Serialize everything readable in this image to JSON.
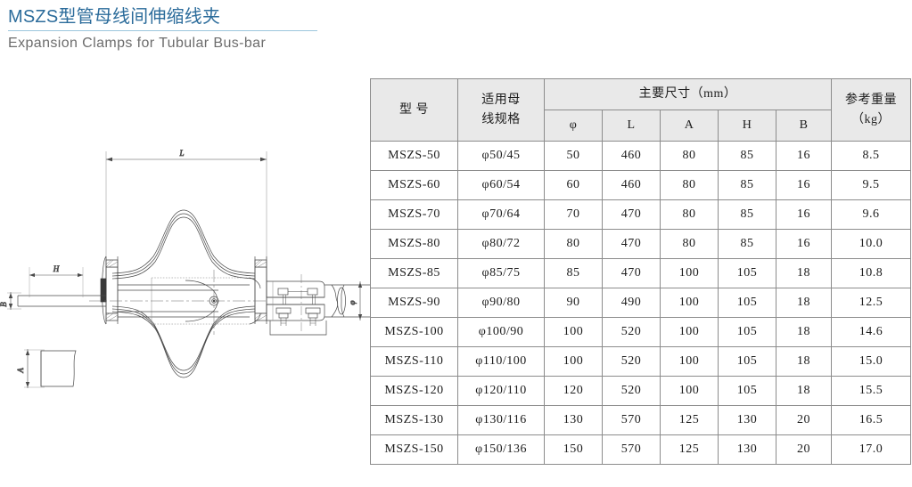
{
  "header": {
    "title_cn": "MSZS型管母线间伸缩线夹",
    "title_en": "Expansion Clamps for Tubular Bus-bar",
    "accent_color": "#2c6c9b",
    "rule_color": "#9cc6dd",
    "subtitle_color": "#6d6d6d"
  },
  "drawing": {
    "caption": "expansion-clamp-assembly-drawing",
    "labels": {
      "length": "L",
      "height": "H",
      "thickness": "B",
      "section": "A",
      "diameter": "φ"
    }
  },
  "table": {
    "header": {
      "model": "型 号",
      "bus_spec_line1": "适用母",
      "bus_spec_line2": "线规格",
      "main_dims": "主要尺寸（mm）",
      "sub": [
        "φ",
        "L",
        "A",
        "H",
        "B"
      ],
      "weight_line1": "参考重量",
      "weight_line2": "（kg）"
    },
    "rows": [
      {
        "model": "MSZS-50",
        "spec": "φ50/45",
        "d": "50",
        "l": "460",
        "a": "80",
        "h": "85",
        "b": "16",
        "w": "8.5"
      },
      {
        "model": "MSZS-60",
        "spec": "φ60/54",
        "d": "60",
        "l": "460",
        "a": "80",
        "h": "85",
        "b": "16",
        "w": "9.5"
      },
      {
        "model": "MSZS-70",
        "spec": "φ70/64",
        "d": "70",
        "l": "470",
        "a": "80",
        "h": "85",
        "b": "16",
        "w": "9.6"
      },
      {
        "model": "MSZS-80",
        "spec": "φ80/72",
        "d": "80",
        "l": "470",
        "a": "80",
        "h": "85",
        "b": "16",
        "w": "10.0"
      },
      {
        "model": "MSZS-85",
        "spec": "φ85/75",
        "d": "85",
        "l": "470",
        "a": "100",
        "h": "105",
        "b": "18",
        "w": "10.8"
      },
      {
        "model": "MSZS-90",
        "spec": "φ90/80",
        "d": "90",
        "l": "490",
        "a": "100",
        "h": "105",
        "b": "18",
        "w": "12.5"
      },
      {
        "model": "MSZS-100",
        "spec": "φ100/90",
        "d": "100",
        "l": "520",
        "a": "100",
        "h": "105",
        "b": "18",
        "w": "14.6"
      },
      {
        "model": "MSZS-110",
        "spec": "φ110/100",
        "d": "100",
        "l": "520",
        "a": "100",
        "h": "105",
        "b": "18",
        "w": "15.0"
      },
      {
        "model": "MSZS-120",
        "spec": "φ120/110",
        "d": "120",
        "l": "520",
        "a": "100",
        "h": "105",
        "b": "18",
        "w": "15.5"
      },
      {
        "model": "MSZS-130",
        "spec": "φ130/116",
        "d": "130",
        "l": "570",
        "a": "125",
        "h": "130",
        "b": "20",
        "w": "16.5"
      },
      {
        "model": "MSZS-150",
        "spec": "φ150/136",
        "d": "150",
        "l": "570",
        "a": "125",
        "h": "130",
        "b": "20",
        "w": "17.0"
      }
    ]
  }
}
